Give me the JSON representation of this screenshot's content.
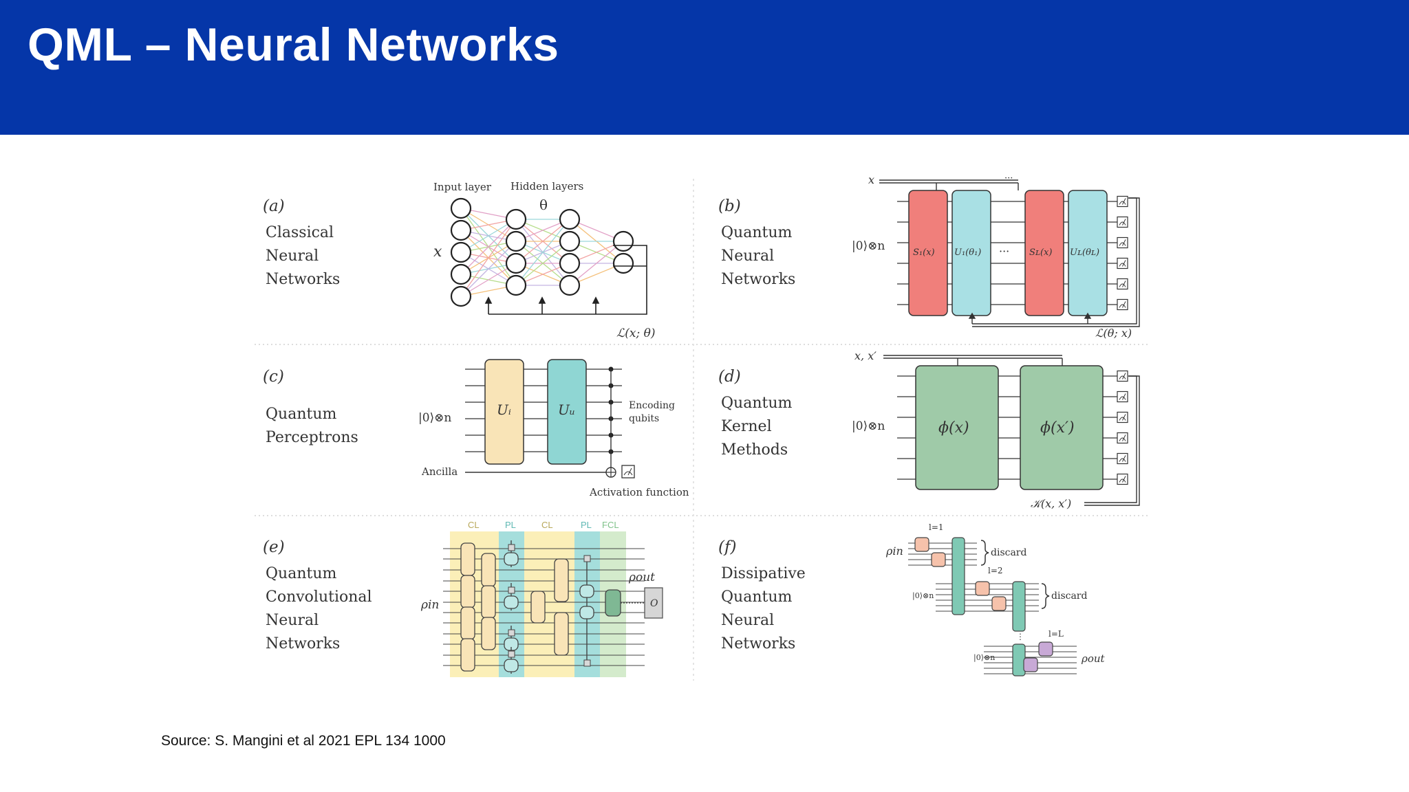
{
  "slide": {
    "title": "QML – Neural Networks",
    "source": "Source: S. Mangini et al 2021 EPL 134 1000"
  },
  "colors": {
    "header": "#0536a8",
    "encoding_gate": "#f07f7b",
    "variational_gate": "#a9e0e4",
    "perceptron_ui": "#f9e4b7",
    "perceptron_uw": "#8fd6d3",
    "kernel_gate": "#9fcaa8",
    "qcnn_cl": "#faeaa0",
    "qcnn_pl": "#8fd6d3",
    "qcnn_fcl": "#cfe9c7",
    "dissipative_green": "#7fc9b4",
    "dissipative_pink": "#f6c2ab",
    "dissipative_purple": "#c8a9d6"
  },
  "panels": {
    "a": {
      "tag": "(a)",
      "lines": [
        "Classical",
        "Neural",
        "Networks"
      ],
      "input_layer": "Input layer",
      "hidden_layers": "Hidden layers",
      "theta": "θ",
      "input_symbol": "x",
      "loss": "ℒ(x; θ)"
    },
    "b": {
      "tag": "(b)",
      "lines": [
        "Quantum",
        "Neural",
        "Networks"
      ],
      "x_symbol": "x",
      "ket": "|0⟩⊗n",
      "s1": "S₁(x)",
      "u1": "U₁(θ₁)",
      "sl": "Sʟ(x)",
      "ul": "Uʟ(θʟ)",
      "dots": "···",
      "loss": "ℒ(θ; x)"
    },
    "c": {
      "tag": "(c)",
      "lines": [
        "Quantum",
        "Perceptrons"
      ],
      "ket": "|0⟩⊗n",
      "ui": "Uᵢ",
      "uw": "Uᵤ",
      "encoding": [
        "Encoding",
        "qubits"
      ],
      "ancilla": "Ancilla",
      "activation": "Activation function"
    },
    "d": {
      "tag": "(d)",
      "lines": [
        "Quantum",
        "Kernel",
        "Methods"
      ],
      "x_symbol": "x, x′",
      "ket": "|0⟩⊗n",
      "phi_x": "ϕ(x)",
      "phi_xp": "ϕ(x′)",
      "kernel": "𝒦(x, x′)"
    },
    "e": {
      "tag": "(e)",
      "lines": [
        "Quantum",
        "Convolutional",
        "Neural",
        "Networks"
      ],
      "layers": [
        "CL",
        "PL",
        "CL",
        "PL",
        "FCL"
      ],
      "rho_in": "ρin",
      "rho_out": "ρout",
      "observable": "O"
    },
    "f": {
      "tag": "(f)",
      "lines": [
        "Dissipative",
        "Quantum",
        "Neural",
        "Networks"
      ],
      "rho_in": "ρin",
      "rho_out": "ρout",
      "l1": "l=1",
      "l2": "l=2",
      "lL": "l=L",
      "discard": "discard",
      "ket": "|0⟩⊗n"
    }
  }
}
